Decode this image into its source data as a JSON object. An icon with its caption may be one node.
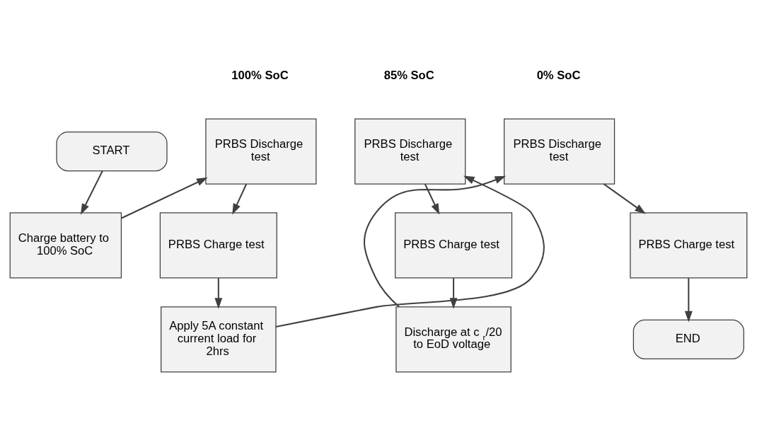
{
  "diagram": {
    "nodes": [
      {
        "text": [
          "START"
        ]
      },
      {
        "text": [
          "Charge battery to 100% SoC"
        ]
      },
      {
        "text": [
          "PRBS Discharge test"
        ]
      },
      {
        "text": [
          "PRBS Charge test"
        ]
      },
      {
        "text": [
          "Apply 5A constant current load for 2hrs"
        ]
      },
      {
        "text": [
          "PRBS Discharge test"
        ]
      },
      {
        "text": [
          "PRBS Charge test"
        ]
      },
      {
        "text": [
          "Discharge at c$_{r}$/20 to EoD voltage"
        ]
      },
      {
        "text": [
          "PRBS Discharge test"
        ]
      },
      {
        "text": [
          "PRBS Charge test"
        ]
      },
      {
        "text": [
          "END"
        ]
      }
    ],
    "edges": [
      {
        "from": 0,
        "to": 1,
        "arrow": "to"
      },
      {
        "from": 1,
        "to": 2,
        "arrow": "to"
      },
      {
        "from": 2,
        "to": 3,
        "arrow": "to"
      },
      {
        "from": 3,
        "to": 4,
        "arrow": "to"
      },
      {
        "from": 4,
        "to": 5,
        "arrow": "to"
      },
      {
        "from": 5,
        "to": 6,
        "arrow": "to"
      },
      {
        "from": 6,
        "to": 7,
        "arrow": "to"
      },
      {
        "from": 7,
        "to": 8,
        "arrow": "to"
      },
      {
        "from": 8,
        "to": 9,
        "arrow": "to"
      },
      {
        "from": 9,
        "to": 10,
        "arrow": "to"
      }
    ],
    "labels": [
      "100% SoC",
      "85% SoC",
      "0% SoC"
    ]
  }
}
